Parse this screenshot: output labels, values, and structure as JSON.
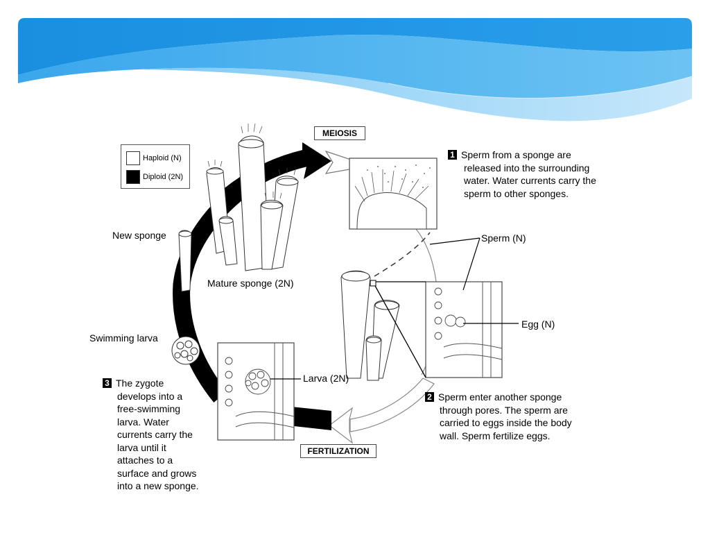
{
  "header": {
    "colors": {
      "deep": "#1a8fe0",
      "mid": "#4fb4f0",
      "light": "#a9d9f8"
    }
  },
  "legend": {
    "haploid_label": "Haploid (N)",
    "diploid_label": "Diploid (2N)",
    "haploid_color": "#ffffff",
    "diploid_color": "#000000"
  },
  "phases": {
    "meiosis": "MEIOSIS",
    "fertilization": "FERTILIZATION"
  },
  "labels": {
    "new_sponge": "New sponge",
    "mature_sponge": "Mature sponge (2N)",
    "swimming_larva": "Swimming larva",
    "sperm": "Sperm (N)",
    "egg": "Egg (N)",
    "larva": "Larva (2N)"
  },
  "steps": [
    {
      "num": "1",
      "lines": [
        "Sperm from a sponge are",
        "released into the surrounding",
        "water. Water currents carry the",
        "sperm to other sponges."
      ]
    },
    {
      "num": "2",
      "lines": [
        "Sperm enter another sponge",
        "through pores. The sperm are",
        "carried to eggs inside the body",
        "wall. Sperm fertilize eggs."
      ]
    },
    {
      "num": "3",
      "lines": [
        "The zygote",
        "develops into a",
        "free-swimming",
        "larva. Water",
        "currents carry the",
        "larva until it",
        "attaches to a",
        "surface and grows",
        "into a new sponge."
      ]
    }
  ]
}
